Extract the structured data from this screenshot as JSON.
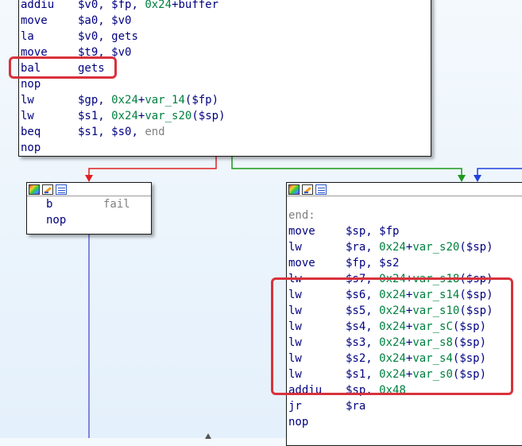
{
  "top_block": {
    "lines": [
      {
        "mnemonic": "addiu",
        "operands": [
          {
            "t": "reg",
            "v": "$v0"
          },
          {
            "t": "punc",
            "v": ", "
          },
          {
            "t": "reg",
            "v": "$fp"
          },
          {
            "t": "punc",
            "v": ", "
          },
          {
            "t": "num",
            "v": "0x24"
          },
          {
            "t": "punc",
            "v": "+"
          },
          {
            "t": "name",
            "v": "buffer"
          }
        ]
      },
      {
        "mnemonic": "move",
        "operands": [
          {
            "t": "reg",
            "v": "$a0"
          },
          {
            "t": "punc",
            "v": ", "
          },
          {
            "t": "reg",
            "v": "$v0"
          }
        ]
      },
      {
        "mnemonic": "la",
        "operands": [
          {
            "t": "reg",
            "v": "$v0"
          },
          {
            "t": "punc",
            "v": ", "
          },
          {
            "t": "name",
            "v": "gets"
          }
        ]
      },
      {
        "mnemonic": "move",
        "operands": [
          {
            "t": "reg",
            "v": "$t9"
          },
          {
            "t": "punc",
            "v": ", "
          },
          {
            "t": "reg",
            "v": "$v0"
          }
        ]
      },
      {
        "mnemonic": "bal",
        "operands": [
          {
            "t": "name",
            "v": "gets"
          }
        ]
      },
      {
        "mnemonic": "nop",
        "operands": []
      },
      {
        "mnemonic": "lw",
        "operands": [
          {
            "t": "reg",
            "v": "$gp"
          },
          {
            "t": "punc",
            "v": ", "
          },
          {
            "t": "num",
            "v": "0x24"
          },
          {
            "t": "punc",
            "v": "+"
          },
          {
            "t": "var",
            "v": "var_14"
          },
          {
            "t": "punc",
            "v": "("
          },
          {
            "t": "reg",
            "v": "$fp"
          },
          {
            "t": "punc",
            "v": ")"
          }
        ]
      },
      {
        "mnemonic": "lw",
        "operands": [
          {
            "t": "reg",
            "v": "$s1"
          },
          {
            "t": "punc",
            "v": ", "
          },
          {
            "t": "num",
            "v": "0x24"
          },
          {
            "t": "punc",
            "v": "+"
          },
          {
            "t": "var",
            "v": "var_s20"
          },
          {
            "t": "punc",
            "v": "("
          },
          {
            "t": "reg",
            "v": "$sp"
          },
          {
            "t": "punc",
            "v": ")"
          }
        ]
      },
      {
        "mnemonic": "beq",
        "operands": [
          {
            "t": "reg",
            "v": "$s1"
          },
          {
            "t": "punc",
            "v": ", "
          },
          {
            "t": "reg",
            "v": "$s0"
          },
          {
            "t": "punc",
            "v": ", "
          },
          {
            "t": "lbl",
            "v": "end"
          }
        ]
      },
      {
        "mnemonic": "nop",
        "operands": []
      }
    ]
  },
  "fail_block": {
    "lines": [
      {
        "mnemonic": "b",
        "operands": [
          {
            "t": "lbl",
            "v": "fail"
          }
        ]
      },
      {
        "mnemonic": "nop",
        "operands": []
      }
    ]
  },
  "end_block": {
    "label": "end:",
    "lines": [
      {
        "mnemonic": "move",
        "operands": [
          {
            "t": "reg",
            "v": "$sp"
          },
          {
            "t": "punc",
            "v": ", "
          },
          {
            "t": "reg",
            "v": "$fp"
          }
        ]
      },
      {
        "mnemonic": "lw",
        "operands": [
          {
            "t": "reg",
            "v": "$ra"
          },
          {
            "t": "punc",
            "v": ", "
          },
          {
            "t": "num",
            "v": "0x24"
          },
          {
            "t": "punc",
            "v": "+"
          },
          {
            "t": "var",
            "v": "var_s20"
          },
          {
            "t": "punc",
            "v": "("
          },
          {
            "t": "reg",
            "v": "$sp"
          },
          {
            "t": "punc",
            "v": ")"
          }
        ]
      },
      {
        "mnemonic": "move",
        "operands": [
          {
            "t": "reg",
            "v": "$fp"
          },
          {
            "t": "punc",
            "v": ", "
          },
          {
            "t": "reg",
            "v": "$s2"
          }
        ]
      },
      {
        "mnemonic": "lw",
        "operands": [
          {
            "t": "reg",
            "v": "$s7"
          },
          {
            "t": "punc",
            "v": ", "
          },
          {
            "t": "num",
            "v": "0x24"
          },
          {
            "t": "punc",
            "v": "+"
          },
          {
            "t": "var",
            "v": "var_s18"
          },
          {
            "t": "punc",
            "v": "("
          },
          {
            "t": "reg",
            "v": "$sp"
          },
          {
            "t": "punc",
            "v": ")"
          }
        ]
      },
      {
        "mnemonic": "lw",
        "operands": [
          {
            "t": "reg",
            "v": "$s6"
          },
          {
            "t": "punc",
            "v": ", "
          },
          {
            "t": "num",
            "v": "0x24"
          },
          {
            "t": "punc",
            "v": "+"
          },
          {
            "t": "var",
            "v": "var_s14"
          },
          {
            "t": "punc",
            "v": "("
          },
          {
            "t": "reg",
            "v": "$sp"
          },
          {
            "t": "punc",
            "v": ")"
          }
        ]
      },
      {
        "mnemonic": "lw",
        "operands": [
          {
            "t": "reg",
            "v": "$s5"
          },
          {
            "t": "punc",
            "v": ", "
          },
          {
            "t": "num",
            "v": "0x24"
          },
          {
            "t": "punc",
            "v": "+"
          },
          {
            "t": "var",
            "v": "var_s10"
          },
          {
            "t": "punc",
            "v": "("
          },
          {
            "t": "reg",
            "v": "$sp"
          },
          {
            "t": "punc",
            "v": ")"
          }
        ]
      },
      {
        "mnemonic": "lw",
        "operands": [
          {
            "t": "reg",
            "v": "$s4"
          },
          {
            "t": "punc",
            "v": ", "
          },
          {
            "t": "num",
            "v": "0x24"
          },
          {
            "t": "punc",
            "v": "+"
          },
          {
            "t": "var",
            "v": "var_sC"
          },
          {
            "t": "punc",
            "v": "("
          },
          {
            "t": "reg",
            "v": "$sp"
          },
          {
            "t": "punc",
            "v": ")"
          }
        ]
      },
      {
        "mnemonic": "lw",
        "operands": [
          {
            "t": "reg",
            "v": "$s3"
          },
          {
            "t": "punc",
            "v": ", "
          },
          {
            "t": "num",
            "v": "0x24"
          },
          {
            "t": "punc",
            "v": "+"
          },
          {
            "t": "var",
            "v": "var_s8"
          },
          {
            "t": "punc",
            "v": "("
          },
          {
            "t": "reg",
            "v": "$sp"
          },
          {
            "t": "punc",
            "v": ")"
          }
        ]
      },
      {
        "mnemonic": "lw",
        "operands": [
          {
            "t": "reg",
            "v": "$s2"
          },
          {
            "t": "punc",
            "v": ", "
          },
          {
            "t": "num",
            "v": "0x24"
          },
          {
            "t": "punc",
            "v": "+"
          },
          {
            "t": "var",
            "v": "var_s4"
          },
          {
            "t": "punc",
            "v": "("
          },
          {
            "t": "reg",
            "v": "$sp"
          },
          {
            "t": "punc",
            "v": ")"
          }
        ]
      },
      {
        "mnemonic": "lw",
        "operands": [
          {
            "t": "reg",
            "v": "$s1"
          },
          {
            "t": "punc",
            "v": ", "
          },
          {
            "t": "num",
            "v": "0x24"
          },
          {
            "t": "punc",
            "v": "+"
          },
          {
            "t": "var",
            "v": "var_s0"
          },
          {
            "t": "punc",
            "v": "("
          },
          {
            "t": "reg",
            "v": "$sp"
          },
          {
            "t": "punc",
            "v": ")"
          }
        ]
      },
      {
        "mnemonic": "addiu",
        "operands": [
          {
            "t": "reg",
            "v": "$sp"
          },
          {
            "t": "punc",
            "v": ", "
          },
          {
            "t": "num",
            "v": "0x48"
          }
        ]
      },
      {
        "mnemonic": "jr",
        "operands": [
          {
            "t": "reg",
            "v": "$ra"
          }
        ]
      },
      {
        "mnemonic": "nop",
        "operands": []
      }
    ]
  },
  "colors": {
    "edge_false": "#e02020",
    "edge_true": "#1a9a1a",
    "edge_jump": "#2040e0",
    "highlight": "#d8323c",
    "mnemonic": "#000080",
    "number": "#008040",
    "label": "#808080"
  },
  "icons": [
    "graph-view-icon",
    "edit-node-icon",
    "list-view-icon"
  ]
}
